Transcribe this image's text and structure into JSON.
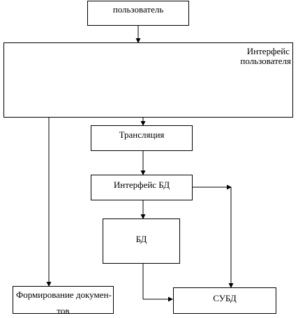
{
  "nodes": {
    "user": {
      "label": "пользователь"
    },
    "user_interface": {
      "line1": "Интерфейс",
      "line2": "пользователя"
    },
    "translation": {
      "label": "Трансляция"
    },
    "db_interface": {
      "label": "Интерфейс БД"
    },
    "db": {
      "label": "БД"
    },
    "dbms": {
      "label": "СУБД"
    },
    "documents": {
      "line1": "Формирование докумен-",
      "line2": "тов"
    }
  },
  "colors": {
    "stroke": "#000000",
    "fill": "#ffffff"
  }
}
